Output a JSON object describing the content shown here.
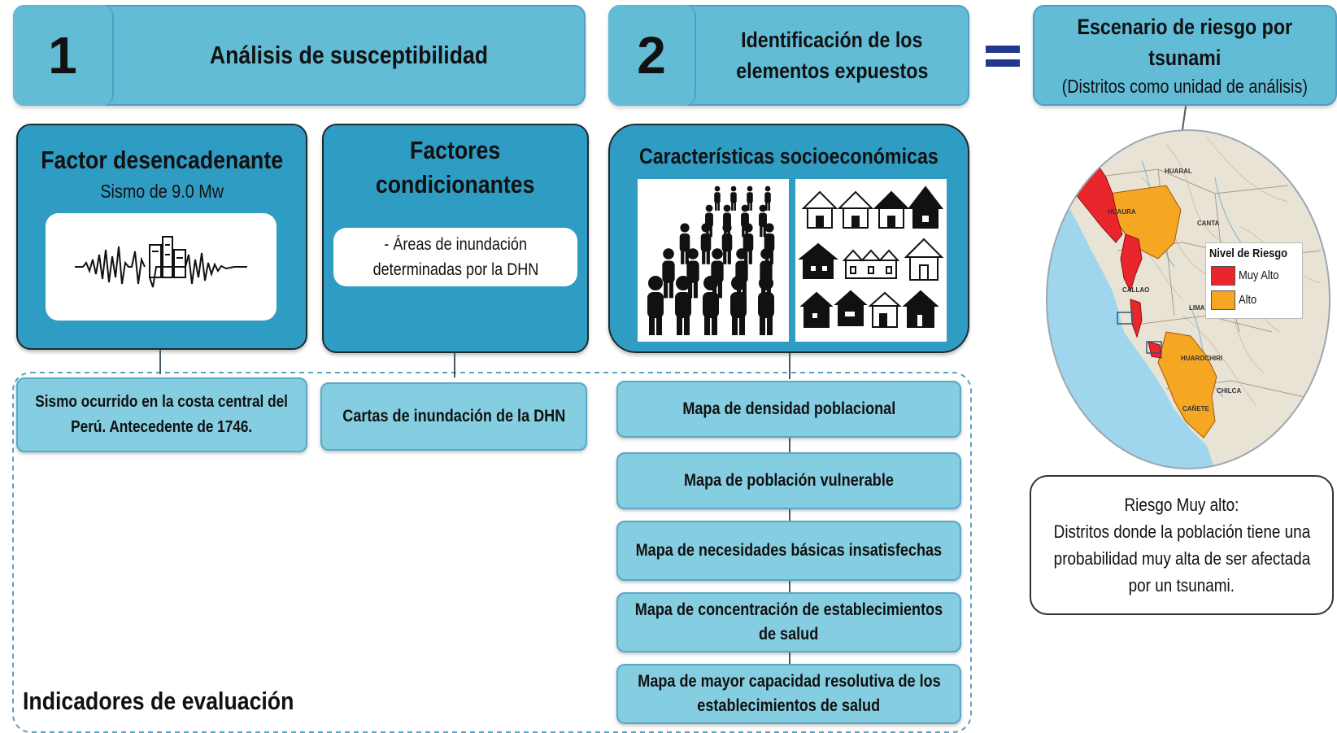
{
  "step1": {
    "number": "1",
    "title": "Análisis de susceptibilidad"
  },
  "step2": {
    "number": "2",
    "title_line1": "Identificación de los",
    "title_line2": "elementos expuestos"
  },
  "equals": "=",
  "result": {
    "title_line1": "Escenario de riesgo por",
    "title_line2": "tsunami",
    "subtitle": "(Distritos como unidad de análisis)"
  },
  "factor_desencadenante": {
    "title": "Factor desencadenante",
    "subtitle": "Sismo de 9.0 Mw",
    "icon": "seismic-wave-city-icon"
  },
  "factores_condicionantes": {
    "title_line1": "Factores",
    "title_line2": "condicionantes",
    "item_line1": "- Áreas de inundación",
    "item_line2": "determinadas por la DHN"
  },
  "caracteristicas": {
    "title": "Características socioeconómicas",
    "icons": [
      "crowd-icon",
      "houses-icon"
    ]
  },
  "indicators": {
    "label": "Indicadores de evaluación",
    "sismo_line1": "Sismo ocurrido en la costa central del",
    "sismo_line2": "Perú. Antecedente de 1746.",
    "cartas": "Cartas de inundación de la DHN",
    "mapas": [
      {
        "line1": "Mapa de densidad poblacional",
        "line2": ""
      },
      {
        "line1": "Mapa de población vulnerable",
        "line2": ""
      },
      {
        "line1": "Mapa de necesidades básicas insatisfechas",
        "line2": ""
      },
      {
        "line1": "Mapa de concentración de establecimientos",
        "line2": "de salud"
      },
      {
        "line1": "Mapa de mayor capacidad resolutiva de los",
        "line2": "establecimientos de salud"
      }
    ]
  },
  "map": {
    "legend_title": "Nivel de Riesgo",
    "legend": [
      {
        "label": "Muy Alto",
        "color": "#e8262b"
      },
      {
        "label": "Alto",
        "color": "#f5a623"
      }
    ],
    "places": [
      "HUARAL",
      "HUAURA",
      "CANTA",
      "CALLAO",
      "LIMA",
      "HUAROCHIRI",
      "CHILCA",
      "CAÑETE"
    ]
  },
  "description": {
    "line1": "Riesgo Muy alto:",
    "line2": "Distritos donde la población tiene una",
    "line3": "probabilidad muy alta de ser afectada",
    "line4": "por un tsunami."
  }
}
